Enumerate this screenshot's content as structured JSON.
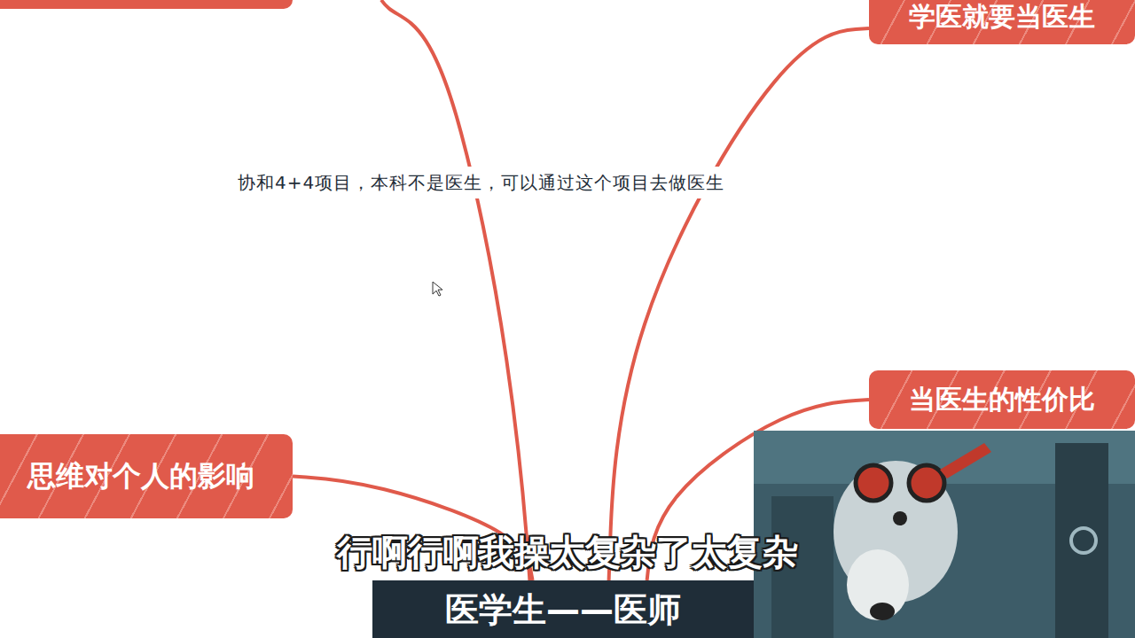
{
  "diagram": {
    "nodes": [
      {
        "text": [
          "学医就要当医生"
        ]
      },
      {
        "text": [
          "思维对个人的影响"
        ]
      },
      {
        "text": [
          "当医生的性价比"
        ]
      },
      {
        "text": [
          "医学生——医师"
        ]
      }
    ],
    "edges": [
      {
        "from": 3,
        "to": 0,
        "arrow": "none"
      },
      {
        "from": 3,
        "to": 1,
        "arrow": "none"
      },
      {
        "from": 3,
        "to": 2,
        "arrow": "none"
      }
    ],
    "labels": [
      "协和4+4项目，本科不是医生，可以通过这个项目去做医生",
      "行啊行啊我操太复杂了太复杂"
    ]
  }
}
